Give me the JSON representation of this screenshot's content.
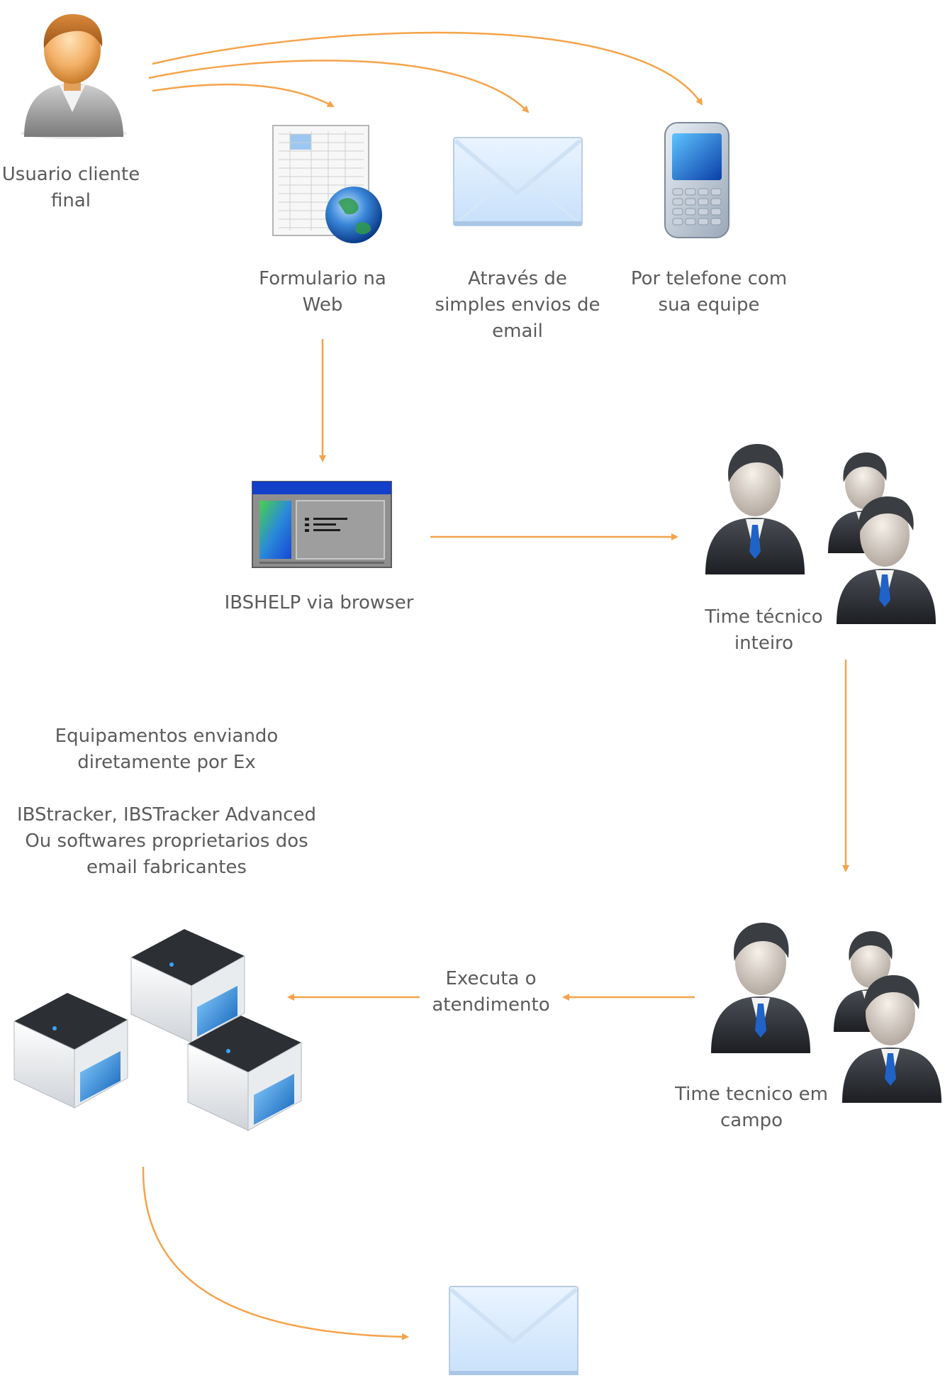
{
  "diagram": {
    "nodes": {
      "end_user": {
        "label": "Usuario cliente\nfinal",
        "icon": "user-icon"
      },
      "web_form": {
        "label": "Formulario na\nWeb",
        "icon": "web-form-icon"
      },
      "email": {
        "label": "Através de\nsimples envios de\nemail",
        "icon": "envelope-icon"
      },
      "phone": {
        "label": "Por telefone com\nsua equipe",
        "icon": "smartphone-icon"
      },
      "ibshelp": {
        "label": "IBSHELP via browser",
        "icon": "browser-window-icon"
      },
      "tech_team": {
        "label": "Time técnico\ninteiro",
        "icon": "team-icon"
      },
      "equipment_note": {
        "label": "Equipamentos enviando\ndiretamente por Ex\n\nIBStracker, IBSTracker Advanced\nOu softwares proprietarios dos\nemail fabricantes"
      },
      "field_team": {
        "label": "Time tecnico em\ncampo",
        "icon": "team-icon"
      },
      "execute": {
        "label": "Executa o\natendimento"
      },
      "printers": {
        "icon": "printer-group-icon"
      },
      "email_out": {
        "icon": "envelope-icon"
      }
    },
    "colors": {
      "arrow": "#f5a34a",
      "text": "#5b5b5b",
      "browser_bar": "#1340c8"
    }
  }
}
